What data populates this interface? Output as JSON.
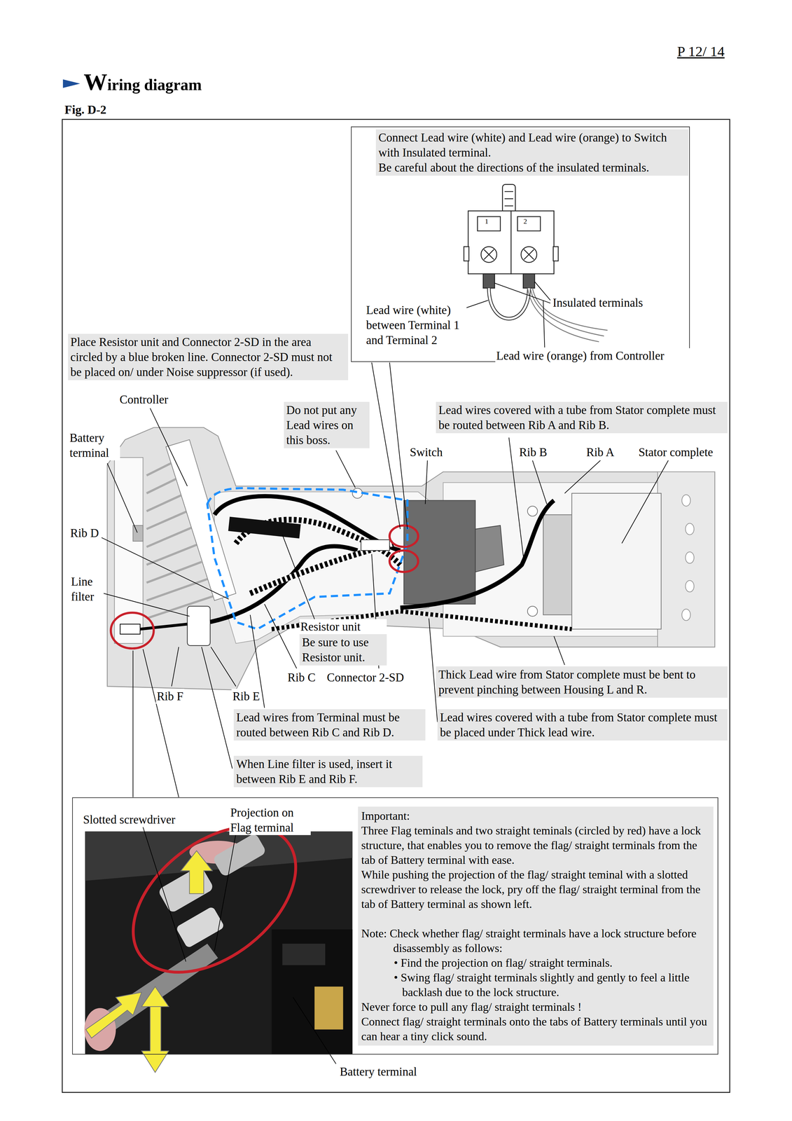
{
  "diagram": {
    "title": "Wiring diagram",
    "nodes": [
      {
        "text": [
          "Lead wire (white) between Terminal 1 and Terminal 2",
          "Insulated terminals",
          "Lead wire (orange) from Controller"
        ]
      },
      {
        "text": [
          "Connect Lead wire (white) and Lead wire (orange) to Switch with Insulated terminal.",
          "Be careful about the directions of the insulated terminals."
        ],
        "in": 0
      },
      {
        "text": [
          "Place Resistor unit and Connector 2-SD in the area circled by a blue broken line. Connector 2-SD must not be placed on/ under Noise suppressor (if used)."
        ]
      },
      {
        "text": [
          "Do not put any Lead wires on this boss."
        ]
      },
      {
        "text": [
          "Lead wires covered with a tube from Stator complete must be routed between Rib A and Rib B."
        ]
      },
      {
        "text": [
          "Resistor unit",
          "Be sure to use Resistor unit."
        ]
      },
      {
        "text": [
          "Thick Lead wire from Stator complete must be bent to prevent pinching between Housing L and R."
        ]
      },
      {
        "text": [
          "Lead wires from Terminal must be routed between Rib C and Rib D."
        ]
      },
      {
        "text": [
          "Lead wires covered with a tube from Stator complete must be placed under Thick lead wire."
        ]
      },
      {
        "text": [
          "When Line filter is used, insert it between Rib E and Rib F."
        ]
      },
      {
        "text": [
          "Slotted screwdriver",
          "Projection on Flag terminal"
        ]
      },
      {
        "text": [
          "Important:",
          "Three Flag teminals and two straight teminals (circled by red) have a lock structure, that enables you to remove the flag/ straight terminals from the tab of Battery terminal with ease.",
          "While pushing the projection of the flag/ straight teminal with a slotted screwdriver to release the lock, pry off the flag/ straight terminal from the tab of Battery terminal as shown left.",
          "Note: Check whether flag/ straight terminals have a lock structure before disassembly as follows:",
          "• Find the projection on flag/ straight terminals.",
          "• Swing flag/ straight terminals slightly and gently to feel a little backlash due to the lock structure.",
          "Never force to pull any flag/ straight terminals !",
          "Connect flag/ straight terminals onto the tabs of Battery terminals until you can hear a tiny click sound."
        ],
        "in": 10
      }
    ],
    "labels": [
      "P 12/ 14",
      "Fig. D-2",
      "Controller",
      "Battery terminal",
      "Rib D",
      "Line filter",
      "Switch",
      "Rib B",
      "Rib A",
      "Stator complete",
      "Rib C",
      "Connector 2-SD",
      "Rib F",
      "Rib E",
      "1",
      "2",
      "Battery terminal"
    ]
  }
}
